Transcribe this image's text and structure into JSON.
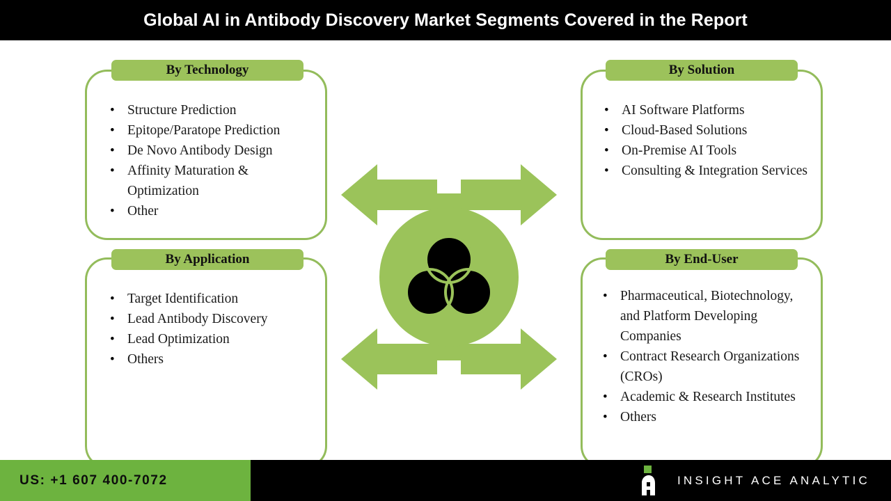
{
  "header": {
    "title": "Global AI in Antibody Discovery Market Segments Covered in the Report"
  },
  "colors": {
    "header_bg": "#000000",
    "card_border": "#93BC5B",
    "card_title_bg": "#9CC25B",
    "graphic_green": "#9BC35A",
    "footer_green": "#6DB33F",
    "footer_bg": "#000000",
    "text": "#1a1a1a"
  },
  "cards": [
    {
      "title": "By Technology",
      "bullet": "•",
      "items": [
        "Structure Prediction",
        "Epitope/Paratope Prediction",
        "De Novo Antibody Design",
        "Affinity Maturation & Optimization",
        "Other"
      ]
    },
    {
      "title": "By Solution",
      "bullet": "•",
      "items": [
        "AI Software Platforms",
        "Cloud-Based Solutions",
        "On-Premise AI Tools",
        "Consulting & Integration Services"
      ]
    },
    {
      "title": "By Application",
      "bullet": "•",
      "items": [
        "Target Identification",
        "Lead Antibody Discovery",
        "Lead Optimization",
        "Others"
      ]
    },
    {
      "title": "By End-User",
      "bullet": "•",
      "items": [
        "Pharmaceutical, Biotechnology, and Platform Developing Companies",
        "Contract Research Organizations (CROs)",
        "Academic & Research Institutes",
        "Others"
      ]
    }
  ],
  "center_graphic": {
    "icon_name": "venn-diagram-icon",
    "arrows_icon_name": "four-way-arrows-icon"
  },
  "footer": {
    "phone": "US: +1 607 400-7072",
    "brand_name": "INSIGHT ACE ANALYTIC",
    "logo_icon": "insightace-a-logo"
  }
}
